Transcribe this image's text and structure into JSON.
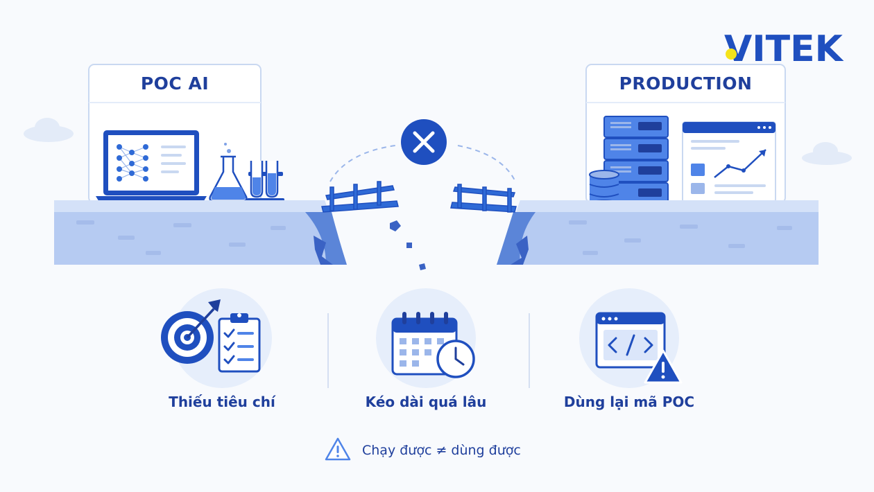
{
  "brand": {
    "logo_text": "VITEK"
  },
  "left_panel": {
    "title": "POC AI"
  },
  "right_panel": {
    "title": "PRODUCTION"
  },
  "issues": [
    {
      "label": "Thiếu tiêu chí",
      "icon": "target-checklist-icon"
    },
    {
      "label": "Kéo dài quá lâu",
      "icon": "calendar-clock-icon"
    },
    {
      "label": "Dùng lại mã POC",
      "icon": "code-warning-icon"
    }
  ],
  "note": {
    "text": "Chạy được ≠ dùng được",
    "icon": "warning-triangle-icon"
  },
  "colors": {
    "primary": "#1f4fbf",
    "dark": "#1f3f9c",
    "light": "#dbe6fa",
    "cliff": "#7fa2e6",
    "logo_yellow": "#f5e31a"
  }
}
